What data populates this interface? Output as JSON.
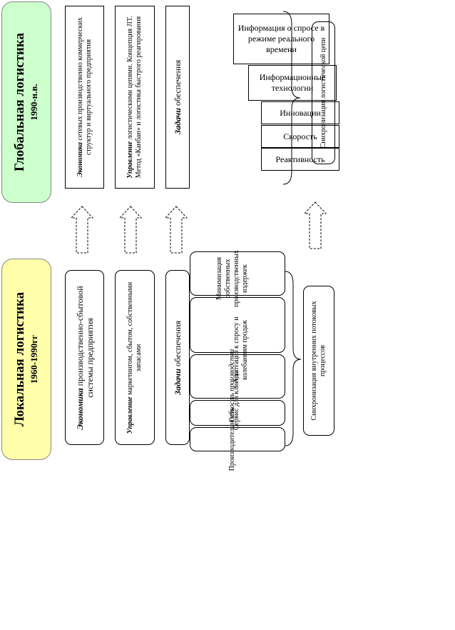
{
  "global": {
    "title": "Глобальная логистика",
    "years": "1990-н.в.",
    "color": "#ccffcc",
    "economics": {
      "lead": "Экономика",
      "rest": " сетевых производственно коммерческих структур и виртуального предприятия"
    },
    "management": {
      "lead": "Управление",
      "rest": " логистическими цепями. Концепция JIT. Метод «Канбан» и логистика быстрого реагирования"
    },
    "tasks": {
      "lead": "Задачи",
      "rest": " обеспечения"
    },
    "stack": [
      "Информация о спросе в режиме реального времени",
      "Информационные технологии",
      "Инновации",
      "Скорость",
      "Реактивность"
    ],
    "sync": "Синхронизация логистической цепи"
  },
  "local": {
    "title": "Локальная логистика",
    "years": "1960-1990гг",
    "color": "#ffffaa",
    "economics": {
      "lead": "Экономика",
      "rest": " производственно-сбытовой системы предприятия"
    },
    "management": {
      "lead": "Управление",
      "rest": " маркетингом, сбытом, собственными запасами"
    },
    "tasks": {
      "lead": "Задачи",
      "rest": " обеспечения"
    },
    "task_lines": [
      "Минимизация собственных производственных издержек",
      "Адаптация к спросу и колебаниям продаж",
      "Гибкость производства",
      "Сервис для клиента",
      "Производительность"
    ],
    "sync": "Синхронизация внутренних потоковых процессов"
  }
}
